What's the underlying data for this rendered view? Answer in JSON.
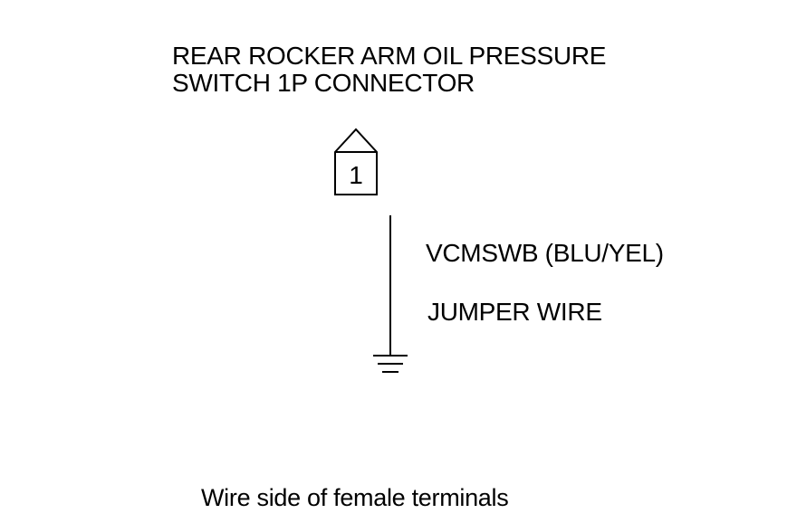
{
  "title": {
    "line1": "REAR ROCKER ARM OIL PRESSURE",
    "line2": "SWITCH 1P CONNECTOR"
  },
  "connector": {
    "terminal_number": "1"
  },
  "wire": {
    "label": "VCMSWB (BLU/YEL)",
    "jumper_label": "JUMPER WIRE"
  },
  "ground": {
    "icon": "ground-symbol-icon"
  },
  "caption": "Wire side of female terminals"
}
